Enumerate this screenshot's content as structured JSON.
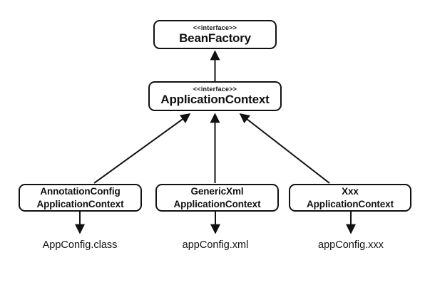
{
  "diagram": {
    "background_color": "#ffffff",
    "line_color": "#111111",
    "nodes": [
      {
        "id": "bean-factory",
        "stereotype": "<<interface>>",
        "name": "BeanFactory"
      },
      {
        "id": "application-context",
        "stereotype": "<<interface>>",
        "name": "ApplicationContext"
      },
      {
        "id": "annotation-config-application-context",
        "line1": "AnnotationConfig",
        "line2": "ApplicationContext"
      },
      {
        "id": "generic-xml-application-context",
        "line1": "GenericXml",
        "line2": "ApplicationContext"
      },
      {
        "id": "xxx-application-context",
        "line1": "Xxx",
        "line2": "ApplicationContext"
      }
    ],
    "artifacts": [
      {
        "label": "AppConfig.class"
      },
      {
        "label": "appConfig.xml"
      },
      {
        "label": "appConfig.xxx"
      }
    ],
    "edges": [
      {
        "from": "ApplicationContext",
        "to": "BeanFactory"
      },
      {
        "from": "AnnotationConfigApplicationContext",
        "to": "ApplicationContext"
      },
      {
        "from": "GenericXmlApplicationContext",
        "to": "ApplicationContext"
      },
      {
        "from": "XxxApplicationContext",
        "to": "ApplicationContext"
      },
      {
        "from": "AnnotationConfigApplicationContext",
        "to": "AppConfig.class"
      },
      {
        "from": "GenericXmlApplicationContext",
        "to": "appConfig.xml"
      },
      {
        "from": "XxxApplicationContext",
        "to": "appConfig.xxx"
      }
    ]
  }
}
